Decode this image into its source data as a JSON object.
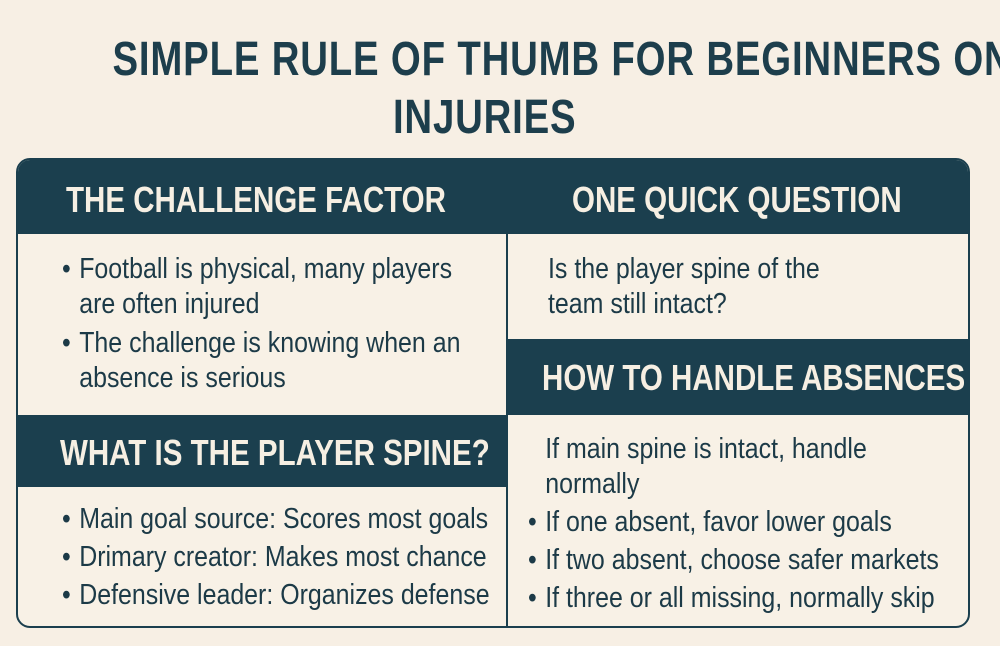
{
  "title": {
    "line1": "SIMPLE RULE OF THUMB FOR BEGINNERS ON",
    "line2": "INJURIES"
  },
  "sections": {
    "challenge": {
      "heading": "THE CHALLENGE FACTOR",
      "bullets": [
        "Football is physical, many players are often injured",
        "The challenge is knowing when an absence is serious"
      ]
    },
    "question": {
      "heading": "ONE QUICK QUESTION",
      "text": "Is the player spine of the team still intact?"
    },
    "spine": {
      "heading": "WHAT IS THE PLAYER SPINE?",
      "bullets": [
        "Main goal source: Scores most goals",
        "Drimary creator: Makes most chance",
        "Defensive leader: Organizes defense"
      ]
    },
    "absences": {
      "heading": "HOW TO HANDLE ABSENCES",
      "intro": "If main spine is intact, handle normally",
      "bullets": [
        "If one absent, favor lower goals",
        "If two absent, choose safer markets",
        "If three or all missing, normally skip"
      ]
    }
  },
  "colors": {
    "background": "#f7efe4",
    "header": "#1b3f4e",
    "text": "#1c3a47"
  }
}
